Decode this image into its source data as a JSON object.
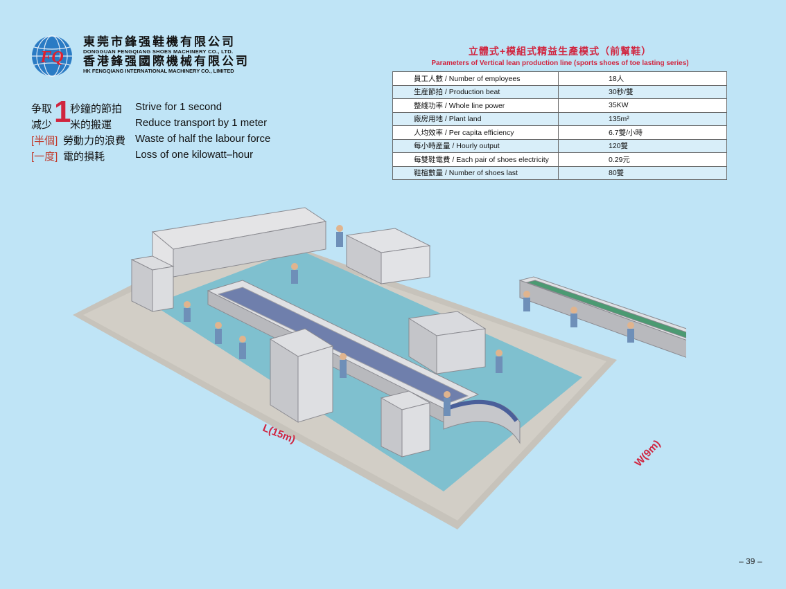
{
  "company": {
    "name_cn_1": "東莞市鋒强鞋機有限公司",
    "name_en_1": "DONGGUAN FENGQIANG SHOES MACHINERY CO., LTD.",
    "name_cn_2": "香港鋒强國際機械有限公司",
    "name_en_2": "HK FENGQIANG INTERNATIONAL MACHINERY CO., LIMITED",
    "logo_text": "FQ"
  },
  "slogans": [
    {
      "cn_pre": "争取",
      "big": "1",
      "cn_post": "秒鐘的節拍",
      "en": "Strive for 1 second"
    },
    {
      "cn_pre": "减少",
      "big": "1",
      "cn_post": "米的搬運",
      "en": "Reduce transport by 1 meter"
    },
    {
      "cn_bracket": "[半個]",
      "cn_post": "勞動力的浪費",
      "en": "Waste of half the labour force"
    },
    {
      "cn_bracket": "[一度]",
      "cn_post": "電的損耗",
      "en": "Loss of one kilowatt–hour"
    }
  ],
  "params": {
    "title_cn": "立體式+模組式精益生產模式（前幫鞋）",
    "title_en": "Parameters of Vertical  lean production line (sports shoes of toe lasting series)",
    "rows": [
      {
        "label": "員工人數 / Number of employees",
        "value": "18人"
      },
      {
        "label": "生産節拍 / Production beat",
        "value": "30秒/雙"
      },
      {
        "label": "整綫功率 / Whole line power",
        "value": "35KW"
      },
      {
        "label": "廠房用地 / Plant land",
        "value": "135m²"
      },
      {
        "label": "人均效率 / Per capita efficiency",
        "value": "6.7雙/小時"
      },
      {
        "label": "每小時産量 / Hourly output",
        "value": "120雙"
      },
      {
        "label": "每雙鞋電費 / Each pair of shoes electricity",
        "value": "0.29元"
      },
      {
        "label": "鞋楦數量 / Number of shoes last",
        "value": "80雙"
      }
    ]
  },
  "dimensions": {
    "length_label": "L(15m)",
    "width_label": "W(9m)"
  },
  "page_number": "– 39 –",
  "colors": {
    "background": "#bfe4f6",
    "accent_red": "#d0253f",
    "floor": "#8fc9d6",
    "floor_edge": "#c7c3bb"
  }
}
